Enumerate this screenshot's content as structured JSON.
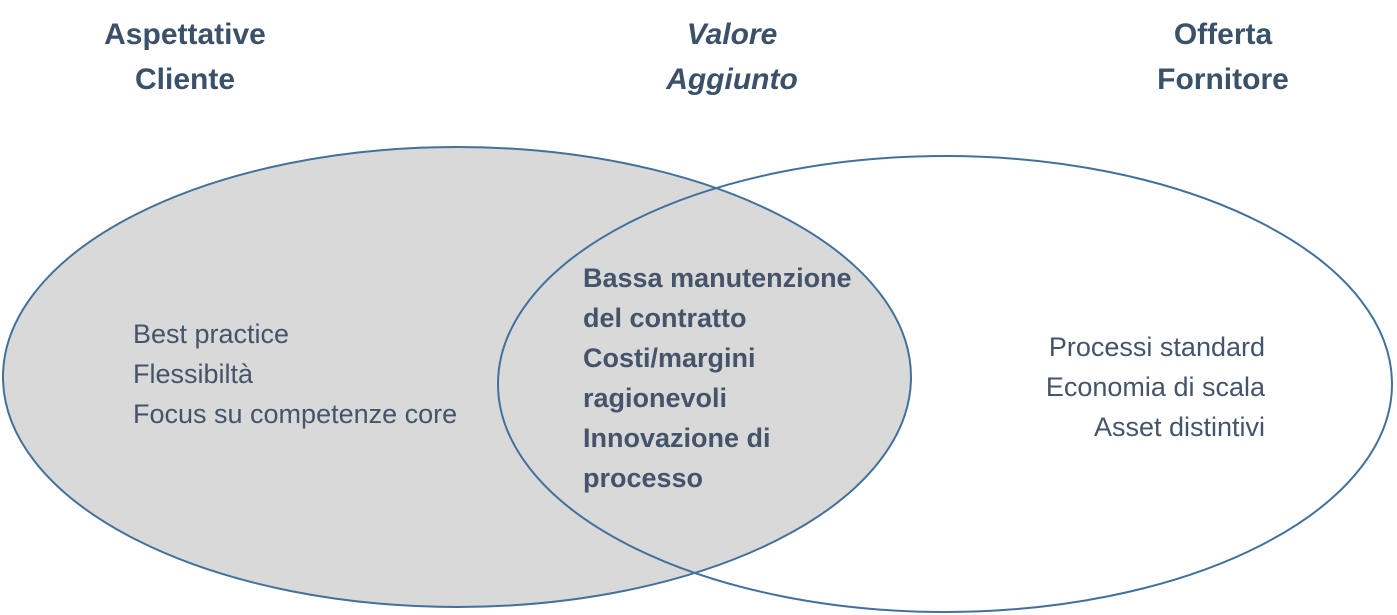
{
  "headers": {
    "left": "Aspettative\nCliente",
    "center": "Valore\nAggiunto",
    "right": "Offerta\nFornitore"
  },
  "left_circle": {
    "items": [
      "Best practice",
      "Flessibiltà",
      "Focus su competenze core"
    ]
  },
  "overlap": {
    "items": [
      "Bassa manutenzione del contratto",
      "Costi/margini ragionevoli",
      "Innovazione di processo"
    ]
  },
  "right_circle": {
    "items": [
      "Processi standard",
      "Economia di scala",
      "Asset distintivi"
    ]
  },
  "colors": {
    "ellipse_stroke": "#41719C",
    "left_circle_fill": "#D9D9D9",
    "heading_text": "#3A5168",
    "body_text": "#44546A"
  }
}
